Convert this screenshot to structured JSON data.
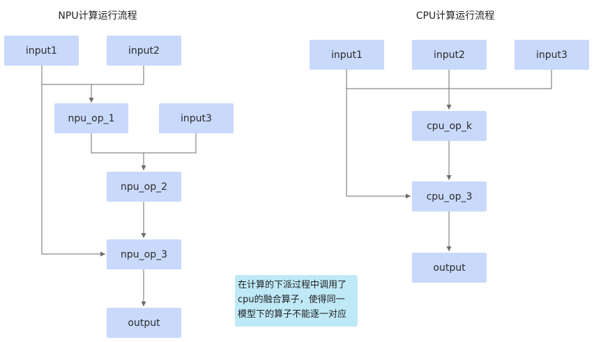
{
  "npu": {
    "title": "NPU计算运行流程",
    "input1": "input1",
    "input2": "input2",
    "input3": "input3",
    "op1": "npu_op_1",
    "op2": "npu_op_2",
    "op3": "npu_op_3",
    "output": "output"
  },
  "cpu": {
    "title": "CPU计算运行流程",
    "input1": "input1",
    "input2": "input2",
    "input3": "input3",
    "opk": "cpu_op_k",
    "op3": "cpu_op_3",
    "output": "output"
  },
  "note": {
    "line1": "在计算的下派过程中调用了",
    "line2": "cpu的融合算子，使得同一",
    "line3": "模型下的算子不能逐一对应"
  },
  "colors": {
    "node": "#c9d9fb",
    "note": "#bfe9f7",
    "edge": "#6b6b6b"
  }
}
